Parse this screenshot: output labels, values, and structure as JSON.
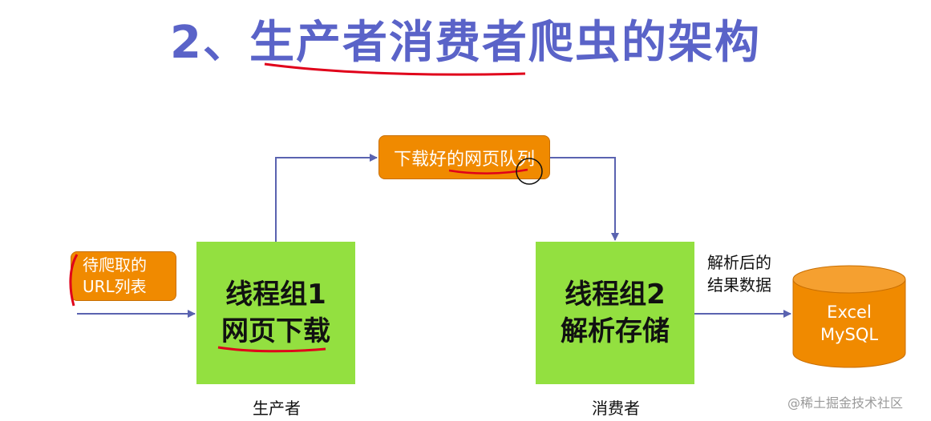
{
  "title": "2、生产者消费者爬虫的架构",
  "queue_box": {
    "label": "下载好的网页队列"
  },
  "url_box": {
    "line1": "待爬取的",
    "line2": "URL列表"
  },
  "thread_group_1": {
    "line1": "线程组1",
    "line2": "网页下载",
    "caption": "生产者"
  },
  "thread_group_2": {
    "line1": "线程组2",
    "line2": "解析存储",
    "caption": "消费者"
  },
  "result_label": {
    "line1": "解析后的",
    "line2": "结果数据"
  },
  "database": {
    "line1": "Excel",
    "line2": "MySQL"
  },
  "watermark": "@稀土掘金技术社区",
  "colors": {
    "title": "#5a63c8",
    "orange": "#f08a00",
    "green": "#93e040",
    "arrow": "#5a63b0",
    "annotation": "#e0001a"
  }
}
